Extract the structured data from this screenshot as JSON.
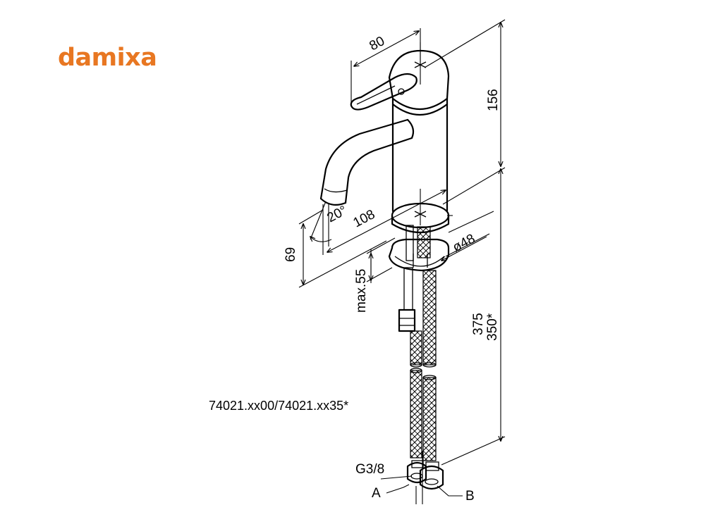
{
  "brand": {
    "name": "damixa",
    "color": "#e87722"
  },
  "model_code": "74021.xx00/74021.xx35*",
  "dimensions": {
    "handle_width": "80",
    "body_height": "156",
    "spout_reach": "108",
    "spout_angle": "20°",
    "spout_height": "69",
    "base_diameter": "ø48",
    "max_thickness": "max.55",
    "hose_length_a": "375",
    "hose_length_b": "350*"
  },
  "connections": {
    "thread": "G3/8",
    "label_a": "A",
    "label_b": "B"
  }
}
